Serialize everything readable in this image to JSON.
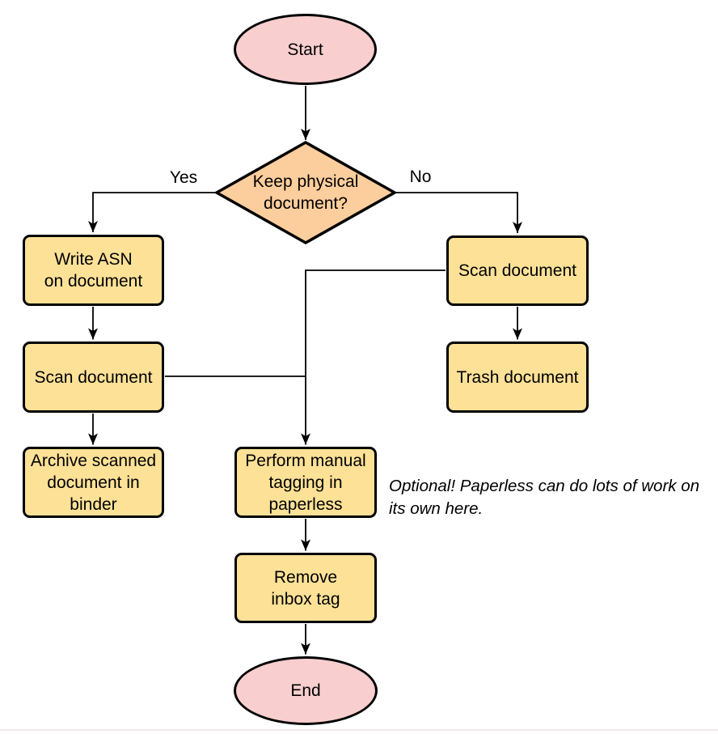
{
  "colors": {
    "node_pink": "#F8CECE",
    "node_orange": "#FDCE9D",
    "node_yellow": "#FCE197",
    "stroke": "#000000",
    "canvas_bg": "#FFFFFF",
    "footer_line": "#F2E9E9",
    "text": "#000000"
  },
  "flowchart": {
    "nodes": {
      "start": "Start",
      "decision": "Keep physical\ndocument?",
      "write_asn": "Write ASN\non document",
      "scan_left": "Scan document",
      "archive": "Archive scanned\ndocument in\nbinder",
      "scan_right": "Scan document",
      "trash": "Trash document",
      "tagging": "Perform manual\ntagging in\npaperless",
      "remove_inbox": "Remove\ninbox tag",
      "end": "End"
    },
    "edge_labels": {
      "yes": "Yes",
      "no": "No"
    },
    "annotation": "Optional! Paperless can do lots of work on\nits own here."
  }
}
